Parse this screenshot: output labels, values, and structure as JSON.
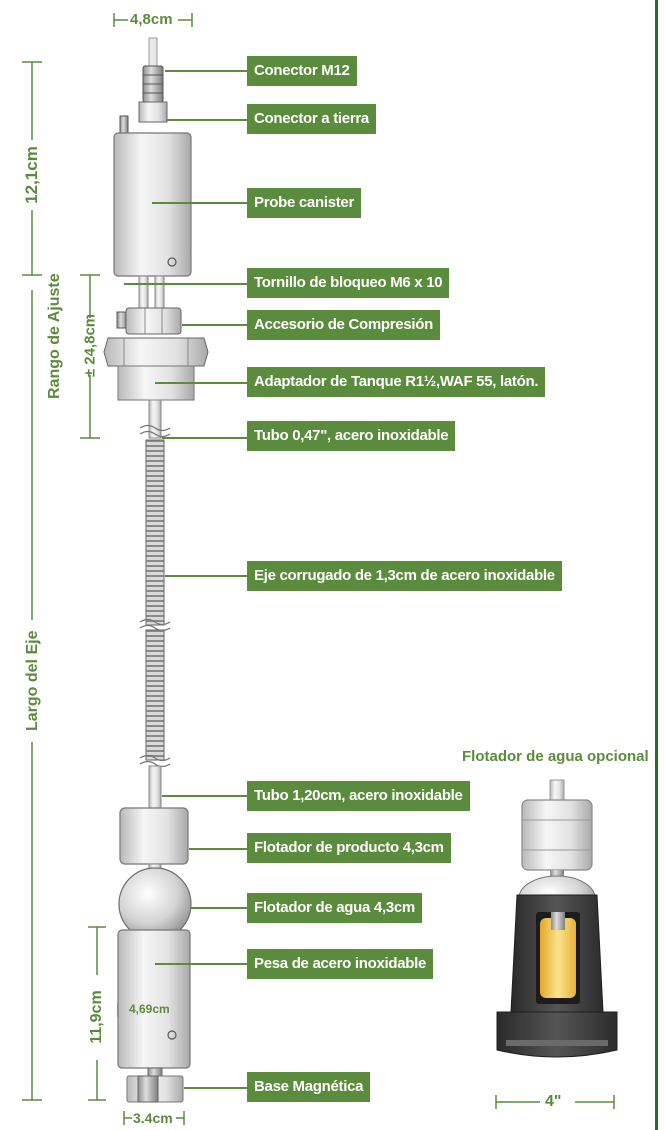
{
  "dimensions": {
    "top_width": "4,8cm",
    "top_height": "12,1cm",
    "adjust_range_title": "Rango de Ajuste",
    "adjust_range_value": "± 24,8cm",
    "shaft_length": "Largo del Eje",
    "bottom_height": "11,9cm",
    "weight_width": "4,69cm",
    "base_width": "3.4cm",
    "water_float_width": "4\""
  },
  "labels": {
    "connector_m12": "Conector M12",
    "ground_connector": "Conector a tierra",
    "probe_canister": "Probe canister",
    "locking_screw": "Tornillo de bloqueo M6 x 10",
    "compression_fitting": "Accesorio de Compresión",
    "tank_adapter": "Adaptador de Tanque R1½,WAF 55, latón.",
    "tube_047": "Tubo 0,47\", acero inoxidable",
    "corrugated_shaft": "Eje corrugado de 1,3cm de acero inoxidable",
    "tube_120": "Tubo 1,20cm, acero inoxidable",
    "product_float": "Flotador de producto 4,3cm",
    "water_float": "Flotador de agua 4,3cm",
    "stainless_weight": "Pesa de acero inoxidable",
    "magnetic_base": "Base Magnética"
  },
  "optional_float": {
    "title": "Flotador de agua opcional"
  },
  "colors": {
    "accent_green": "#5b8b3d",
    "frame_green": "#2f6a2c",
    "steel_light": "#f1f1f1",
    "steel_dark": "#9a9a9a",
    "float_dark": "#3c3c3c",
    "fluid_yellow": "#f2c441"
  }
}
